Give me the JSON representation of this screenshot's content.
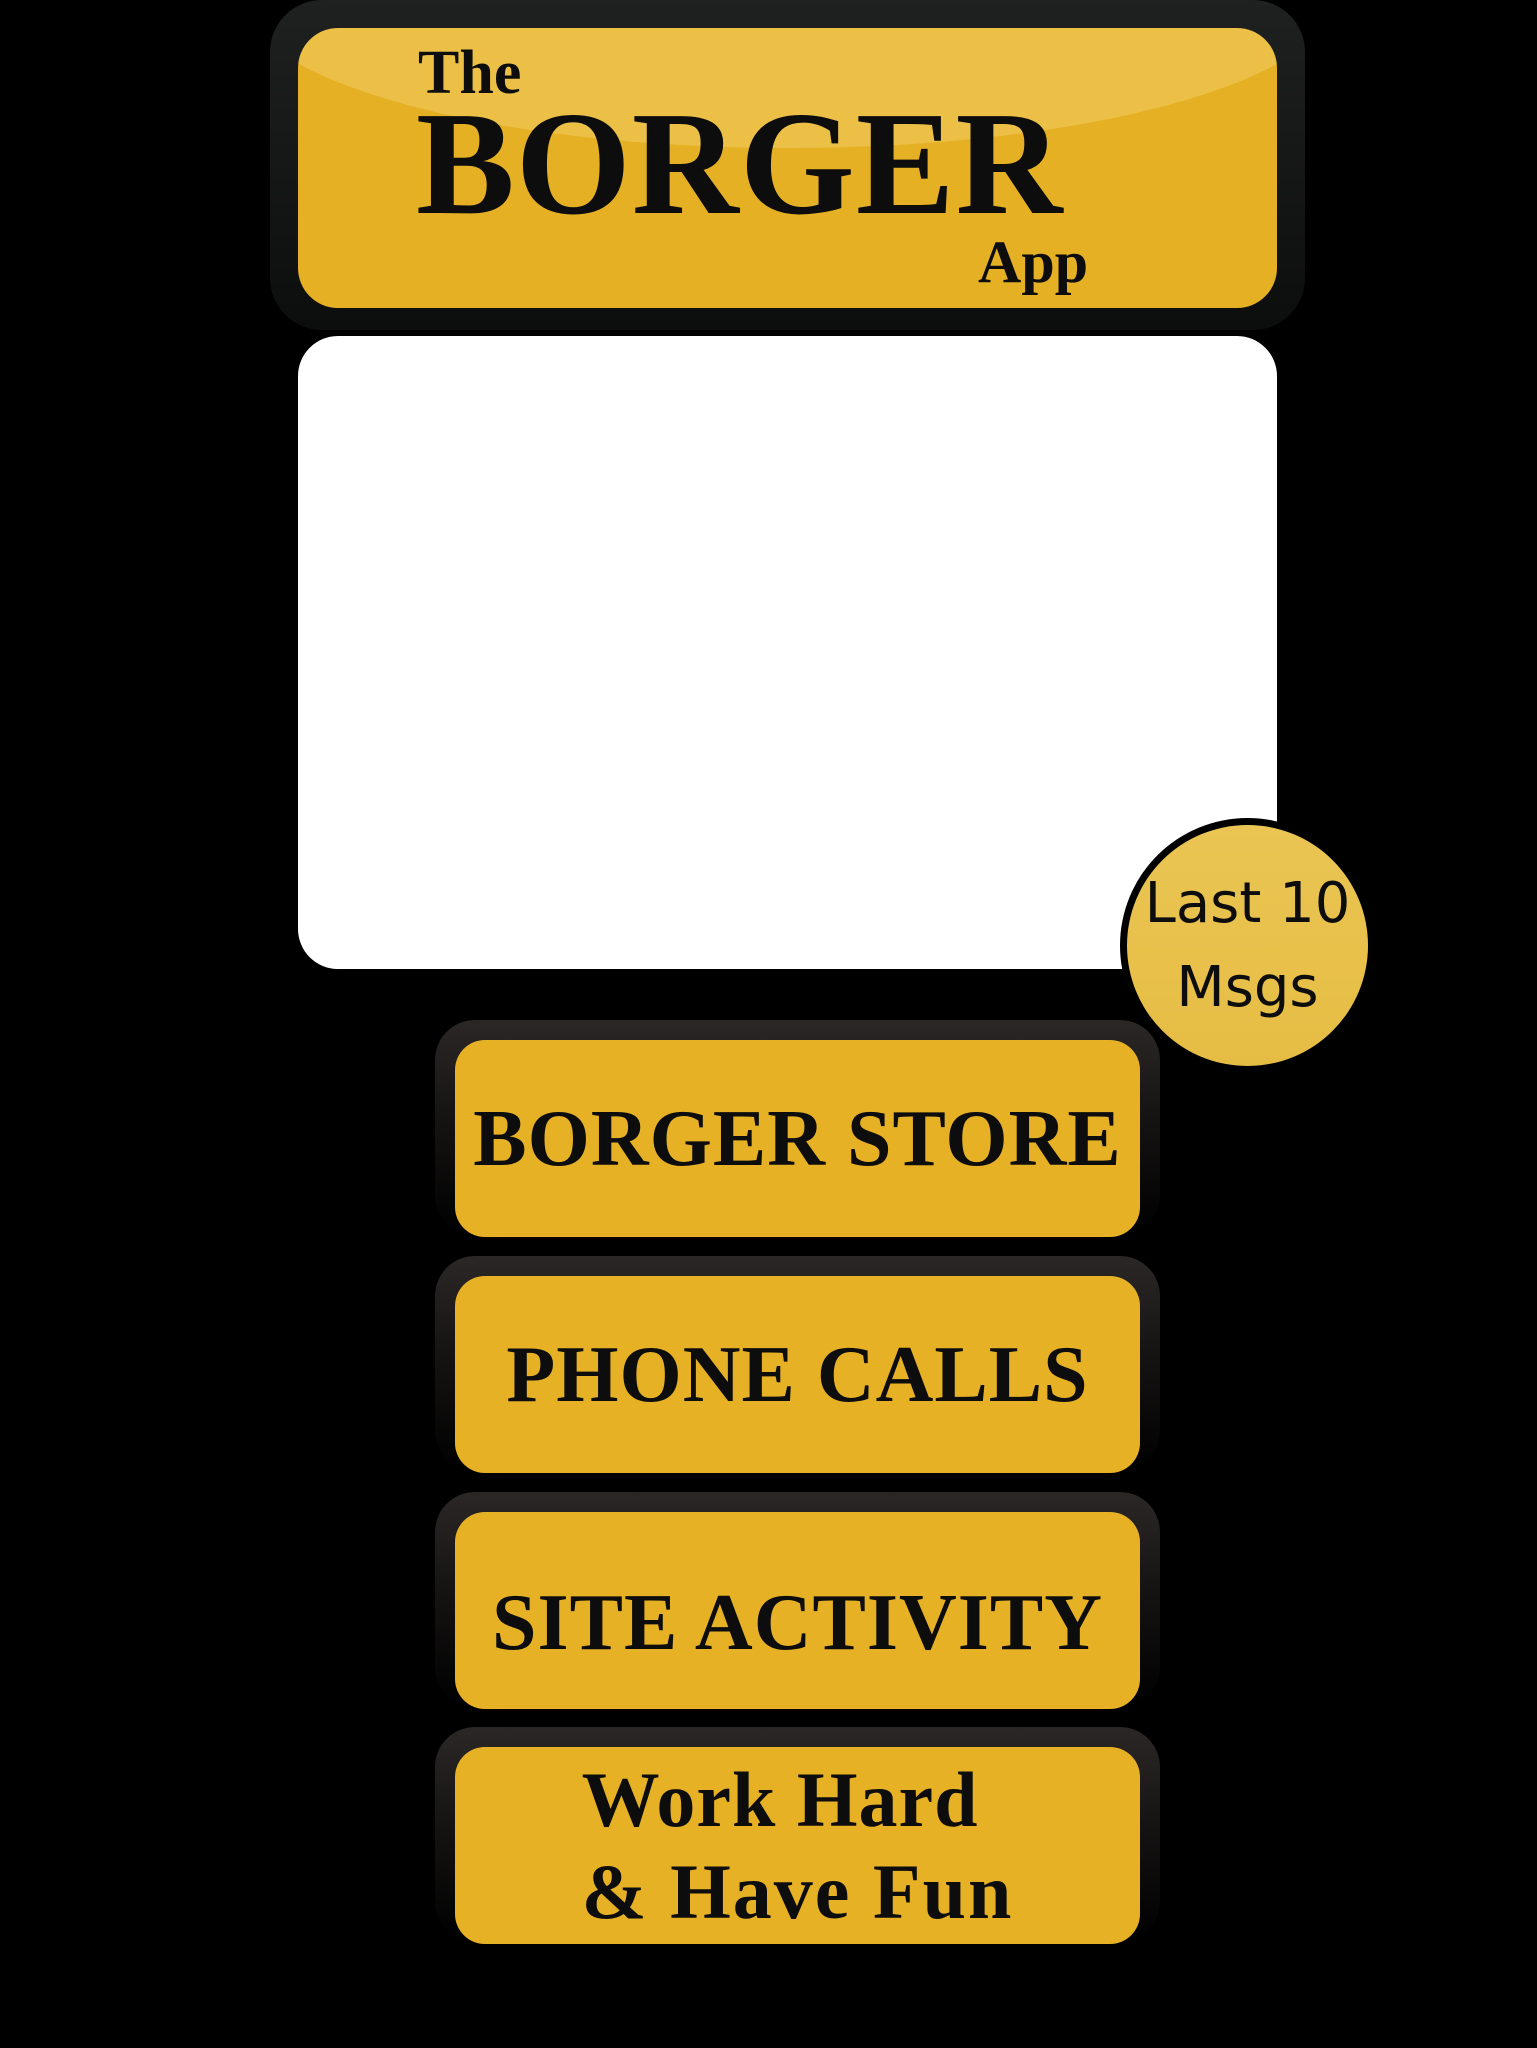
{
  "header": {
    "title_prefix": "The",
    "title_main": "BORGER",
    "title_suffix": "App"
  },
  "message_panel": {
    "content": ""
  },
  "badge": {
    "line1": "Last 10",
    "line2": "Msgs"
  },
  "menu": {
    "items": [
      {
        "label": "BORGER STORE"
      },
      {
        "label": "PHONE CALLS"
      },
      {
        "label": "SITE ACTIVITY"
      },
      {
        "line1": "Work Hard",
        "line2": "& Have Fun"
      }
    ]
  },
  "colors": {
    "background": "#000000",
    "accent_gold": "#e6b124",
    "badge_gold": "#e8c24a",
    "panel": "#ffffff",
    "text": "#0d0d0d"
  }
}
